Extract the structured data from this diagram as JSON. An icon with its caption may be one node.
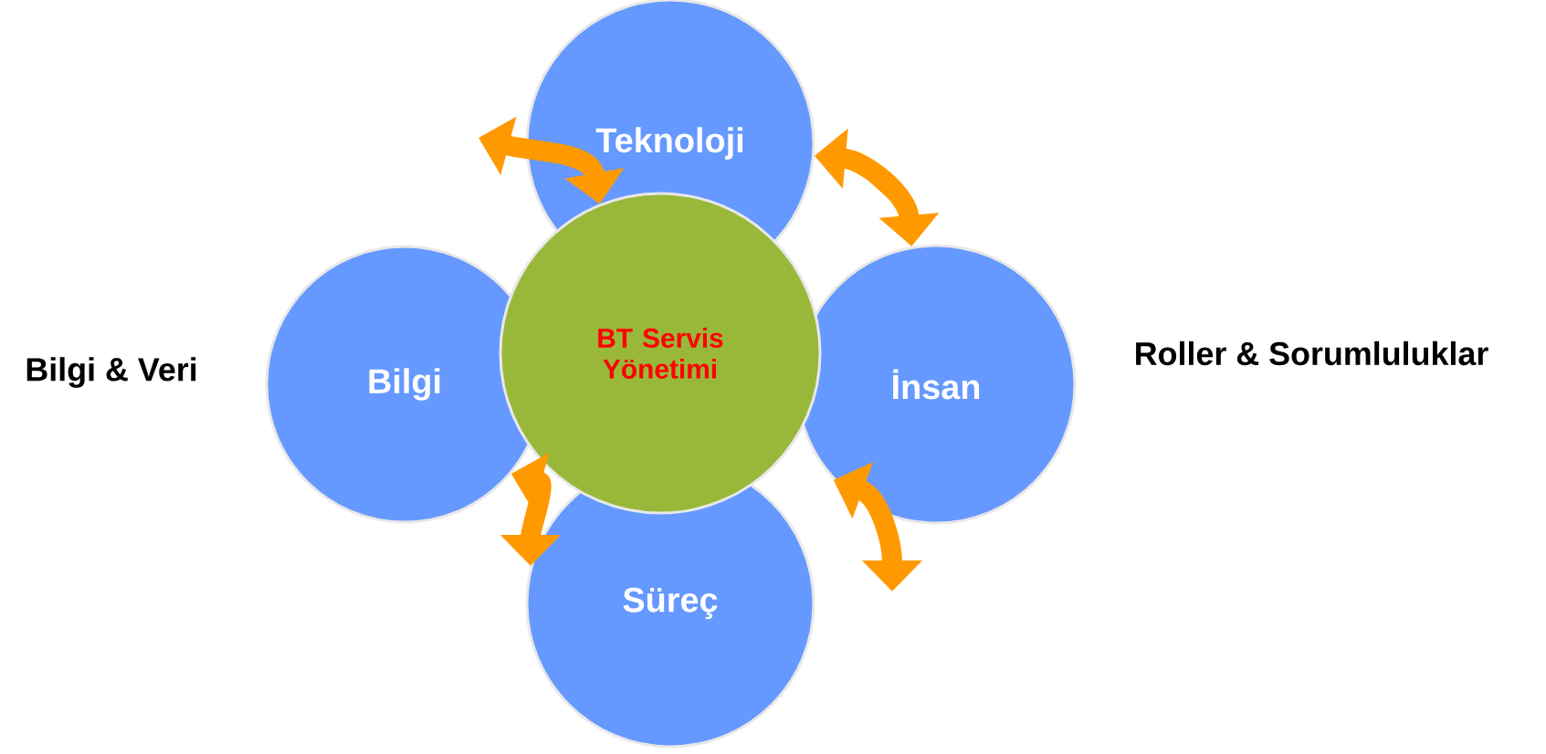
{
  "diagram": {
    "nodes": [
      {
        "text": [
          "Teknoloji"
        ]
      },
      {
        "text": [
          "Bilgi"
        ],
        "beside": [
          "Bilgi & Veri"
        ]
      },
      {
        "text": [
          "BT Servis Yönetimi"
        ]
      },
      {
        "text": [
          "İnsan"
        ],
        "beside": [
          "Roller & Sorumluluklar"
        ]
      },
      {
        "text": [
          "Süreç"
        ]
      }
    ],
    "edges": [
      {
        "from": null,
        "to": 2,
        "arrow": "both"
      },
      {
        "from": 0,
        "to": 3,
        "arrow": "both"
      },
      {
        "from": 1,
        "to": 4,
        "arrow": "both"
      },
      {
        "from": 3,
        "to": null,
        "arrow": "both"
      }
    ]
  }
}
